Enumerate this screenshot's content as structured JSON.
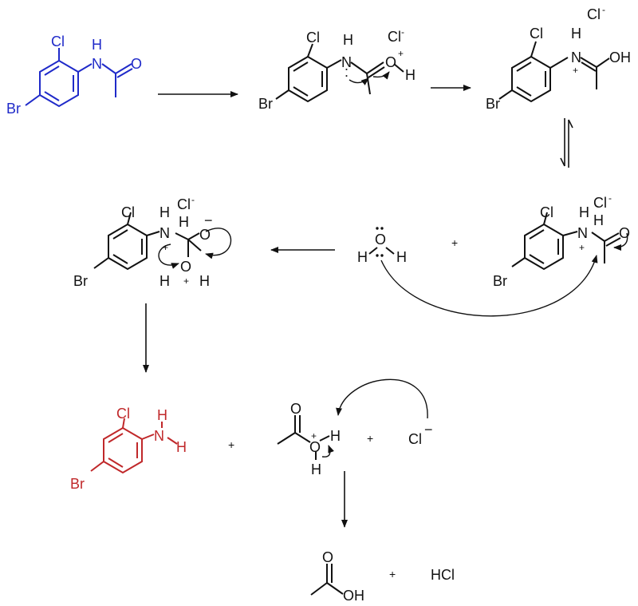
{
  "atoms": {
    "br": "Br",
    "cl": "Cl",
    "n": "N",
    "h": "H",
    "o": "O",
    "oh": "OH",
    "plus_charge": "+",
    "minus_charge": "−",
    "chloride": "Cl",
    "chloride_charge": "-",
    "lone_pair": ":"
  },
  "reagent_plus": "+",
  "products": {
    "hcl": "HCl"
  },
  "colors": {
    "starting_material": "#1f2ac9",
    "product_aniline": "#c0282a",
    "mechanism": "#111111"
  }
}
